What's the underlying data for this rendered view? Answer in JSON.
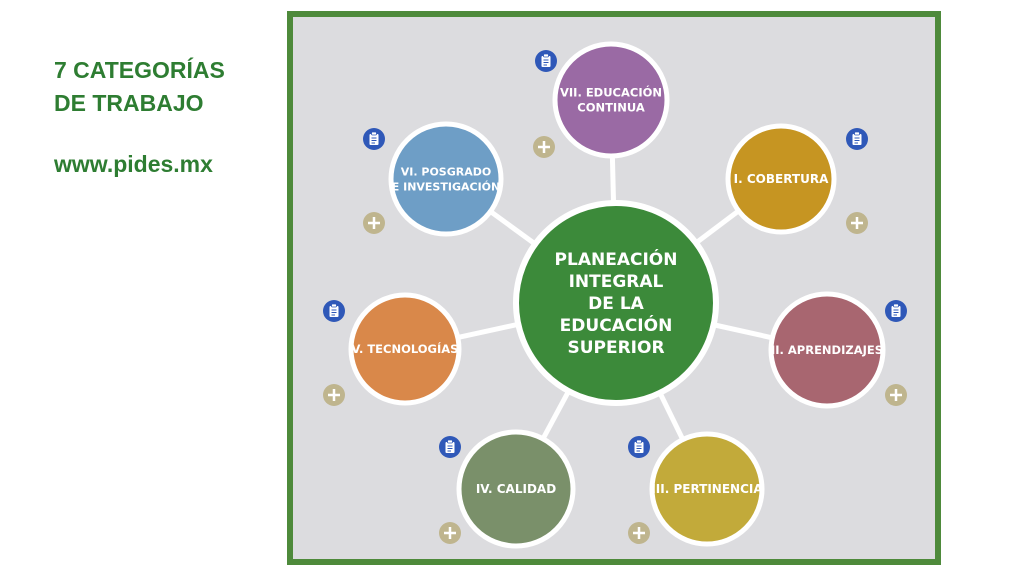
{
  "heading": {
    "line1": "7 CATEGORÍAS",
    "line2": "DE TRABAJO",
    "url": "www.pides.mx"
  },
  "center": {
    "lines": [
      "PLANEACIÓN",
      "INTEGRAL",
      "DE LA",
      "EDUCACIÓN",
      "SUPERIOR"
    ],
    "color": "#3c8a3a"
  },
  "categories": [
    {
      "id": "vii",
      "lines": [
        "VII. EDUCACIÓN",
        "CONTINUA"
      ],
      "color": "#9a6aa4"
    },
    {
      "id": "i",
      "lines": [
        "I. COBERTURA"
      ],
      "color": "#c69522"
    },
    {
      "id": "ii",
      "lines": [
        "II. APRENDIZAJES"
      ],
      "color": "#a86670"
    },
    {
      "id": "iii",
      "lines": [
        "III. PERTINENCIA"
      ],
      "color": "#c2aa3a"
    },
    {
      "id": "iv",
      "lines": [
        "IV. CALIDAD"
      ],
      "color": "#7a906a"
    },
    {
      "id": "v",
      "lines": [
        "V. TECNOLOGÍAS"
      ],
      "color": "#d9884a"
    },
    {
      "id": "vi",
      "lines": [
        "VI. POSGRADO",
        "E INVESTIGACIÓN"
      ],
      "color": "#6e9ec6"
    }
  ],
  "icons": {
    "clipboard": "clipboard-icon",
    "plus": "plus-icon",
    "clipboard_color": "#2f58b8",
    "plus_color": "#bfb58e"
  },
  "colors": {
    "frame": "#4e8a3b",
    "background": "#dcdcdf",
    "heading": "#2e7d32"
  }
}
